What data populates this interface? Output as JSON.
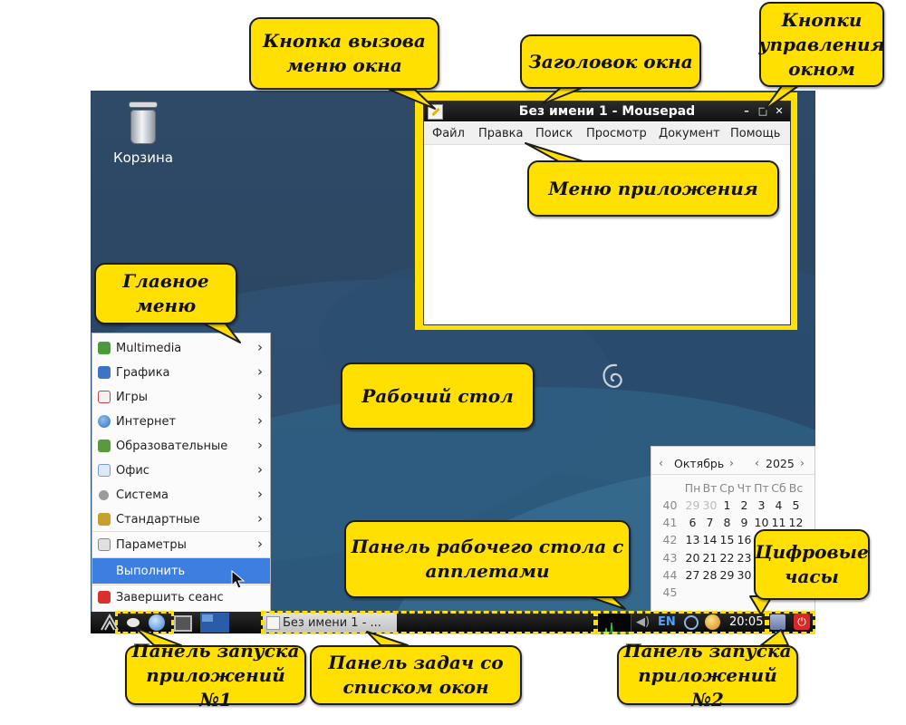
{
  "desktop": {
    "trash_label": "Корзина"
  },
  "window": {
    "title": "Без имени 1 - Mousepad",
    "buttons": {
      "minimize": "–",
      "maximize": "□",
      "close": "✕"
    },
    "menu": [
      "Файл",
      "Правка",
      "Поиск",
      "Просмотр",
      "Документ",
      "Помощь"
    ]
  },
  "main_menu": {
    "items": [
      {
        "label": "Multimedia",
        "icon": "multimedia-icon",
        "color": "#4a9a3a"
      },
      {
        "label": "Графика",
        "icon": "graphics-icon",
        "color": "#3c74c8"
      },
      {
        "label": "Игры",
        "icon": "games-icon",
        "color": "#c84040"
      },
      {
        "label": "Интернет",
        "icon": "internet-icon",
        "color": "#2f6fc0"
      },
      {
        "label": "Образовательные",
        "icon": "education-icon",
        "color": "#5a9a3c"
      },
      {
        "label": "Офис",
        "icon": "office-icon",
        "color": "#7a9ad0"
      },
      {
        "label": "Система",
        "icon": "system-icon",
        "color": "#8a8a8a"
      },
      {
        "label": "Стандартные",
        "icon": "accessories-icon",
        "color": "#c8a030"
      }
    ],
    "settings": {
      "label": "Параметры",
      "icon": "settings-icon"
    },
    "run": {
      "label": "Выполнить"
    },
    "logout": {
      "label": "Завершить сеанс",
      "icon": "logout-icon"
    },
    "highlight_color": "#3d7fe0"
  },
  "calendar": {
    "month": "Октябрь",
    "year": "2025",
    "weekdays": [
      "Пн",
      "Вт",
      "Ср",
      "Чт",
      "Пт",
      "Сб",
      "Вс"
    ],
    "rows": [
      {
        "week": "40",
        "days": [
          "29",
          "30",
          "1",
          "2",
          "3",
          "4",
          "5"
        ]
      },
      {
        "week": "41",
        "days": [
          "6",
          "7",
          "8",
          "9",
          "10",
          "11",
          "12"
        ]
      },
      {
        "week": "42",
        "days": [
          "13",
          "14",
          "15",
          "16",
          "",
          "",
          ""
        ]
      },
      {
        "week": "43",
        "days": [
          "20",
          "21",
          "22",
          "23",
          "",
          "",
          ""
        ]
      },
      {
        "week": "44",
        "days": [
          "27",
          "28",
          "29",
          "30",
          "",
          "",
          ""
        ]
      },
      {
        "week": "45",
        "days": [
          "",
          "",
          "",
          "",
          "",
          "",
          ""
        ]
      }
    ]
  },
  "taskbar": {
    "task_title": "Без имени 1 - ...",
    "keyboard_layout": "EN",
    "clock": "20:05"
  },
  "callouts": {
    "window_menu_button": "Кнопка вызова меню окна",
    "window_title": "Заголовок окна",
    "window_controls": "Кнопки управления окном",
    "app_menu": "Меню приложения",
    "main_menu": "Главное меню",
    "desktop": "Рабочий стол",
    "desktop_panel": "Панель рабочего стола с апплетами",
    "digital_clock": "Цифровые часы",
    "launcher1": "Панель запуска приложений №1",
    "tasklist": "Панель задач со списком окон",
    "launcher2": "Панель запуска приложений №2"
  },
  "colors": {
    "callout": "#ffe000",
    "desktop": "#2d4866"
  }
}
